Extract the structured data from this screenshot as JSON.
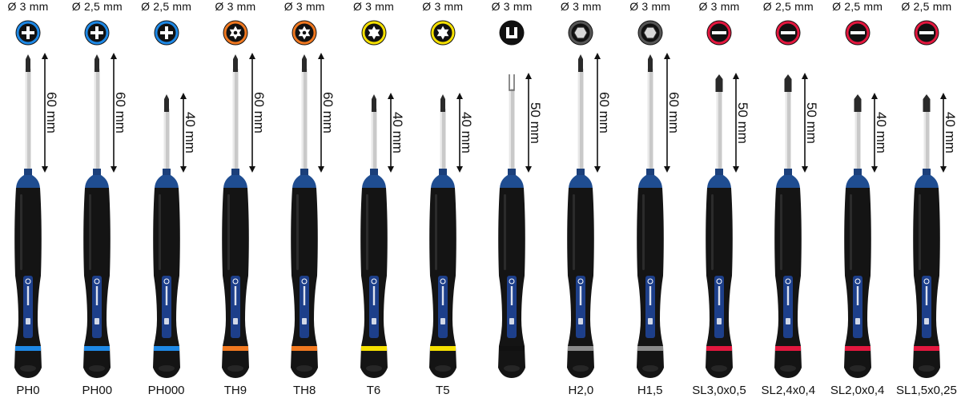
{
  "tools": [
    {
      "name": "PH0",
      "diameter": "Ø 3 mm",
      "length": "60 mm",
      "length_mm": 60,
      "tip": "phillips",
      "icon": "phillips-icon",
      "band": "#1e88e5",
      "ring": "#1e88e5"
    },
    {
      "name": "PH00",
      "diameter": "Ø 2,5 mm",
      "length": "60 mm",
      "length_mm": 60,
      "tip": "phillips",
      "icon": "phillips-icon",
      "band": "#1e88e5",
      "ring": "#1e88e5"
    },
    {
      "name": "PH000",
      "diameter": "Ø 2,5 mm",
      "length": "40 mm",
      "length_mm": 40,
      "tip": "phillips",
      "icon": "phillips-icon",
      "band": "#1e88e5",
      "ring": "#1e88e5"
    },
    {
      "name": "TH9",
      "diameter": "Ø 3 mm",
      "length": "60 mm",
      "length_mm": 60,
      "tip": "torx",
      "icon": "torx-hole-icon",
      "band": "#f07820",
      "ring": "#f07820"
    },
    {
      "name": "TH8",
      "diameter": "Ø 3 mm",
      "length": "60 mm",
      "length_mm": 60,
      "tip": "torx",
      "icon": "torx-hole-icon",
      "band": "#f07820",
      "ring": "#f07820"
    },
    {
      "name": "T6",
      "diameter": "Ø 3 mm",
      "length": "40 mm",
      "length_mm": 40,
      "tip": "torx",
      "icon": "torx-icon",
      "band": "#f5e000",
      "ring": "#f5e000"
    },
    {
      "name": "T5",
      "diameter": "Ø 3 mm",
      "length": "40 mm",
      "length_mm": 40,
      "tip": "torx",
      "icon": "torx-icon",
      "band": "#f5e000",
      "ring": "#f5e000"
    },
    {
      "name": "",
      "diameter": "Ø 3 mm",
      "length": "50 mm",
      "length_mm": 50,
      "tip": "u",
      "icon": "u-shape-icon",
      "band": "#111111",
      "ring": "#111111"
    },
    {
      "name": "H2,0",
      "diameter": "Ø 3 mm",
      "length": "60 mm",
      "length_mm": 60,
      "tip": "hex",
      "icon": "hex-icon",
      "band": "#8a8a8a",
      "ring": "#555555"
    },
    {
      "name": "H1,5",
      "diameter": "Ø 3 mm",
      "length": "60 mm",
      "length_mm": 60,
      "tip": "hex",
      "icon": "hex-icon",
      "band": "#8a8a8a",
      "ring": "#555555"
    },
    {
      "name": "SL3,0x0,5",
      "diameter": "Ø 3 mm",
      "length": "50 mm",
      "length_mm": 50,
      "tip": "slot",
      "icon": "slotted-icon",
      "band": "#e3173e",
      "ring": "#e3173e"
    },
    {
      "name": "SL2,4x0,4",
      "diameter": "Ø 2,5 mm",
      "length": "50 mm",
      "length_mm": 50,
      "tip": "slot",
      "icon": "slotted-icon",
      "band": "#e3173e",
      "ring": "#e3173e"
    },
    {
      "name": "SL2,0x0,4",
      "diameter": "Ø 2,5 mm",
      "length": "40 mm",
      "length_mm": 40,
      "tip": "slot",
      "icon": "slotted-icon",
      "band": "#e3173e",
      "ring": "#e3173e"
    },
    {
      "name": "SL1,5x0,25",
      "diameter": "Ø 2,5 mm",
      "length": "40 mm",
      "length_mm": 40,
      "tip": "slot",
      "icon": "slotted-icon",
      "band": "#e3173e",
      "ring": "#e3173e"
    }
  ]
}
